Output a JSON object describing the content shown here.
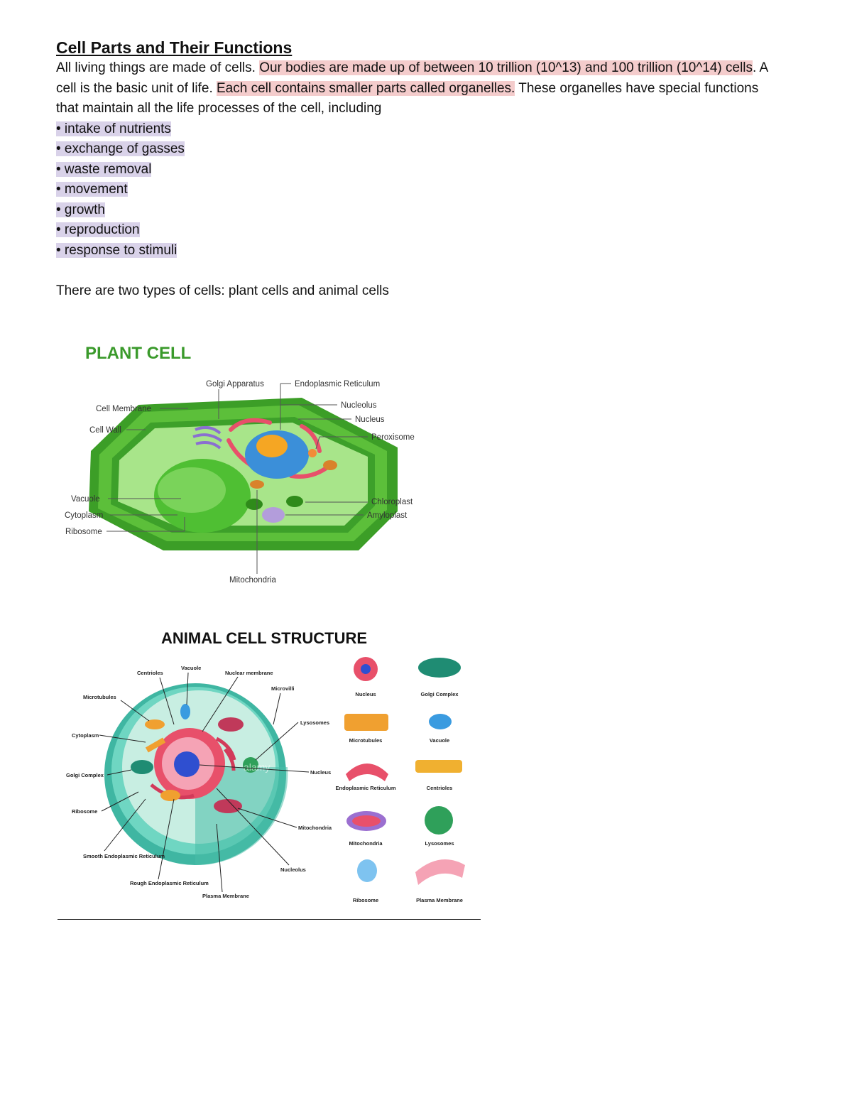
{
  "doc": {
    "title": "Cell Parts and Their Functions",
    "intro_1": "All living things are made of cells. ",
    "intro_hl_1": "Our bodies are made up of between 10 trillion (10^13) and 100 trillion (10^14) cells",
    "intro_2": ". A cell is the basic unit of life. ",
    "intro_hl_2": "Each cell contains smaller parts called organelles.",
    "intro_3": " These organelles have special functions that maintain all the life processes of the cell, including",
    "bullets": [
      "• intake of nutrients",
      "• exchange of gasses",
      "• waste removal",
      "• movement",
      "• growth",
      "• reproduction",
      "• response to stimuli"
    ],
    "types_sentence": "There are two types of cells: plant cells and animal cells"
  },
  "plant_cell": {
    "title": "PLANT CELL",
    "labels": {
      "golgi": "Golgi Apparatus",
      "er": "Endoplasmic Reticulum",
      "membrane": "Cell Membrane",
      "nucleolus": "Nucleolus",
      "nucleus": "Nucleus",
      "wall": "Cell Wall",
      "peroxisome": "Peroxisome",
      "vacuole": "Vacuole",
      "cytoplasm": "Cytoplasm",
      "ribosome": "Ribosome",
      "chloroplast": "Chloroplast",
      "amyloplast": "Amyloplast",
      "mitochondria": "Mitochondria"
    },
    "colors": {
      "wall": "#4caf2e",
      "wall_dark": "#2e8b1f",
      "cytoplasm": "#9fe07a",
      "vacuole": "#57c23a",
      "nucleus": "#3b8fd9",
      "nucleolus": "#f5a623",
      "er": "#e8506a",
      "golgi": "#8a6fd1"
    }
  },
  "animal_cell": {
    "title": "ANIMAL CELL STRUCTURE",
    "labels": {
      "centrioles": "Centrioles",
      "vacuole": "Vacuole",
      "nuclear_membrane": "Nuclear membrane",
      "microvilli": "Microvilli",
      "microtubules": "Microtubules",
      "lysosomes": "Lysosomes",
      "cytoplasm": "Cytoplasm",
      "golgi": "Golgi Complex",
      "nucleus": "Nucleus",
      "ribosome": "Ribosome",
      "mitochondria": "Mitochondria",
      "smooth_er": "Smooth Endoplasmic Reticulum",
      "nucleolus": "Nucleolus",
      "rough_er": "Rough Endoplasmic Reticulum",
      "plasma_membrane": "Plasma Membrane",
      "watermark": "alamy"
    },
    "legend": [
      "Nucleus",
      "Golgi Complex",
      "Microtubules",
      "Vacuole",
      "Endoplasmic Reticulum",
      "Centrioles",
      "Mitochondria",
      "Lysosomes",
      "Ribosome",
      "Plasma Membrane"
    ],
    "colors": {
      "shell": "#5cc9b5",
      "inner": "#c8eee2",
      "nucleus": "#2f4fd0",
      "er": "#e8506a",
      "mito": "#c0395a",
      "golgi": "#1f8c73"
    }
  }
}
